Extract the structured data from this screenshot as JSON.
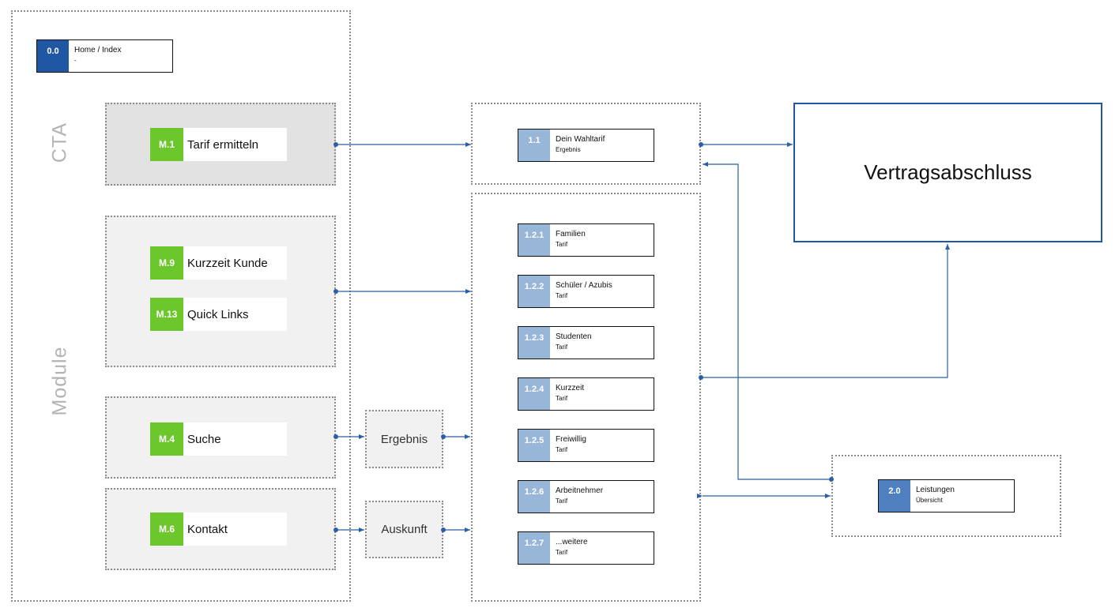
{
  "home": {
    "code": "0.0",
    "title": "Home / Index",
    "subtitle": "-"
  },
  "groups": {
    "cta": "CTA",
    "module": "Module"
  },
  "modules": [
    {
      "code": "M.1",
      "label": "Tarif ermitteln"
    },
    {
      "code": "M.9",
      "label": "Kurzzeit Kunde"
    },
    {
      "code": "M.13",
      "label": "Quick Links"
    },
    {
      "code": "M.4",
      "label": "Suche"
    },
    {
      "code": "M.6",
      "label": "Kontakt"
    }
  ],
  "intermediate": {
    "ergebnis": "Ergebnis",
    "auskunft": "Auskunft"
  },
  "result": {
    "code": "1.1",
    "title": "Dein Wahltarif",
    "subtitle": "Ergebnis"
  },
  "tariffs": [
    {
      "code": "1.2.1",
      "title": "Familien",
      "subtitle": "Tarif"
    },
    {
      "code": "1.2.2",
      "title": "Schüler / Azubis",
      "subtitle": "Tarif"
    },
    {
      "code": "1.2.3",
      "title": "Studenten",
      "subtitle": "Tarif"
    },
    {
      "code": "1.2.4",
      "title": "Kurzzeit",
      "subtitle": "Tarif"
    },
    {
      "code": "1.2.5",
      "title": "Freiwillig",
      "subtitle": "Tarif"
    },
    {
      "code": "1.2.6",
      "title": "Arbeitnehmer",
      "subtitle": "Tarif"
    },
    {
      "code": "1.2.7",
      "title": "...weitere",
      "subtitle": "Tarif"
    }
  ],
  "contract": {
    "label": "Vertragsabschluss"
  },
  "benefits": {
    "code": "2.0",
    "title": "Leistungen",
    "subtitle": "Übersicht"
  },
  "colors": {
    "module_green": "#6cc72c",
    "home_blue": "#1f57a4",
    "tariff_blue": "#98b6d8",
    "benefit_blue": "#4f7fbe",
    "wire_blue": "#2a5fa8"
  }
}
